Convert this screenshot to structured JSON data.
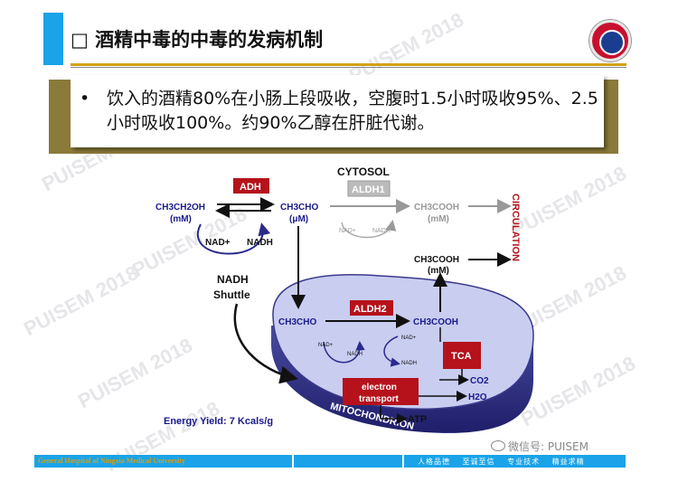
{
  "slide": {
    "title_checkbox": "□",
    "title": "酒精中毒的中毒的发病机制",
    "bullet_marker": "•",
    "bullet_text": "饮入的酒精80%在小肠上段吸收，空腹时1.5小时吸收95%、2.5小时吸收100%。约90%乙醇在肝脏代谢。",
    "watermark": "PUISEM 2018",
    "footer_left": "General Hospital of Ningxia Medical University",
    "footer_right": "人格品德  至诚至信  专业技术  精益求精",
    "wechat": "微信号: PUISEM"
  },
  "diagram": {
    "cytosol": "CYTOSOL",
    "adh": "ADH",
    "aldh1": "ALDH1",
    "aldh2": "ALDH2",
    "ethanol": "CH3CH2OH",
    "ethanol_conc": "(mM)",
    "acetaldehyde": "CH3CHO",
    "acetaldehyde_conc": "(μM)",
    "acetate": "CH3COOH",
    "acetate_conc": "(mM)",
    "nad_plus": "NAD+",
    "nadh": "NADH",
    "nadh_shuttle_1": "NADH",
    "nadh_shuttle_2": "Shuttle",
    "circulation": "CIRCULATION",
    "tca": "TCA",
    "electron_transport_1": "electron",
    "electron_transport_2": "transport",
    "co2": "CO2",
    "h2o": "H2O",
    "atp": "ATP",
    "mitochondrion": "MITOCHONDRION",
    "energy_yield": "Energy Yield: 7 Kcals/g"
  },
  "colors": {
    "accent_blue": "#1aa3e8",
    "enzyme_red": "#b5121b",
    "gold": "#d4a017",
    "mito_fill": "#c9cdf0",
    "mito_dark": "#3a3a8c"
  }
}
